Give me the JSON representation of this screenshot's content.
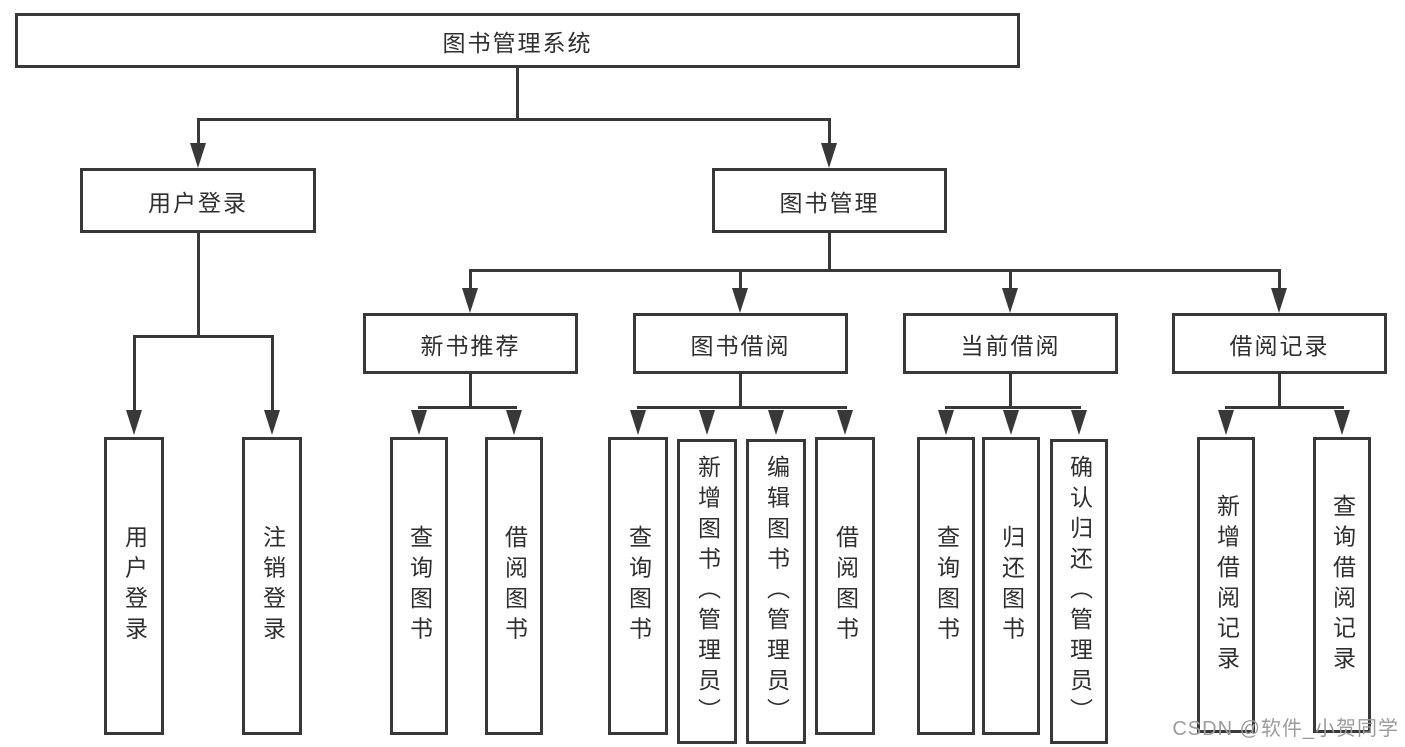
{
  "diagram": {
    "type": "hierarchy-tree",
    "tree": {
      "root": {
        "label": "图书管理系统"
      },
      "level2": [
        {
          "id": "user_login",
          "label": "用户登录"
        },
        {
          "id": "book_management",
          "label": "图书管理"
        }
      ],
      "level3": [
        {
          "id": "new_books",
          "label": "新书推荐",
          "parent": "图书管理"
        },
        {
          "id": "book_borrow",
          "label": "图书借阅",
          "parent": "图书管理"
        },
        {
          "id": "current_borrow",
          "label": "当前借阅",
          "parent": "图书管理"
        },
        {
          "id": "borrow_records",
          "label": "借阅记录",
          "parent": "图书管理"
        }
      ],
      "leaves": {
        "user_login": [
          {
            "label": "用户登录"
          },
          {
            "label": "注销登录"
          }
        ],
        "new_books": [
          {
            "label": "查询图书"
          },
          {
            "label": "借阅图书"
          }
        ],
        "book_borrow": [
          {
            "label": "查询图书"
          },
          {
            "label": "新增图书（管理员）"
          },
          {
            "label": "编辑图书（管理员）"
          },
          {
            "label": "借阅图书"
          }
        ],
        "current_borrow": [
          {
            "label": "查询图书"
          },
          {
            "label": "归还图书"
          },
          {
            "label": "确认归还（管理员）"
          }
        ],
        "borrow_records": [
          {
            "label": "新增借阅记录"
          },
          {
            "label": "查询借阅记录"
          }
        ]
      }
    },
    "colors": {
      "line": "#383838",
      "box_border": "#383838",
      "text": "#2f2f2f",
      "background": "#ffffff",
      "watermark": "#9c9c9c"
    }
  },
  "watermark": {
    "text": "CSDN @软件_小贺同学"
  }
}
